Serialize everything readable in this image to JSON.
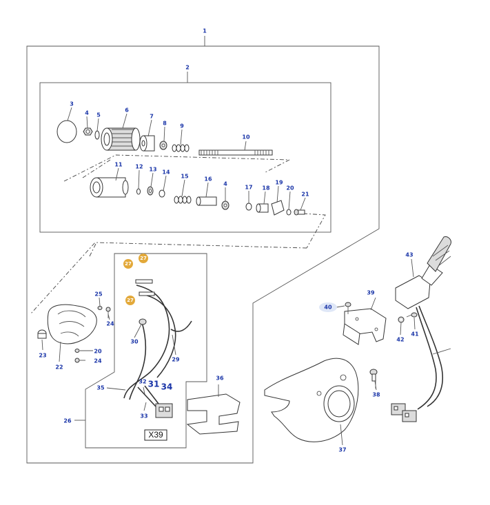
{
  "labels": {
    "n1": "1",
    "n2": "2",
    "n3": "3",
    "n4a": "4",
    "n5": "5",
    "n6": "6",
    "n7": "7",
    "n8": "8",
    "n9": "9",
    "n10": "10",
    "n11": "11",
    "n12": "12",
    "n13": "13",
    "n14": "14",
    "n15": "15",
    "n16": "16",
    "n4b": "4",
    "n17": "17",
    "n18": "18",
    "n19": "19",
    "n20a": "20",
    "n21": "21",
    "n22": "22",
    "n23": "23",
    "n24a": "24",
    "n25": "25",
    "n20b": "20",
    "n24b": "24",
    "n26": "26",
    "n27a": "27",
    "n27b": "27",
    "n27c": "27",
    "n29": "29",
    "n30": "30",
    "n31": "31",
    "n32": "32",
    "n33": "33",
    "n34": "34",
    "n35": "35",
    "n36": "36",
    "n37": "37",
    "n38": "38",
    "n39": "39",
    "n40": "40",
    "n41": "41",
    "n42": "42",
    "n43": "43"
  },
  "connector_label": "X39",
  "colors": {
    "callout_text": "#1a35a8",
    "highlight_badge": "#e3a93a",
    "highlight_badge_blue": "#dfe7f7"
  }
}
